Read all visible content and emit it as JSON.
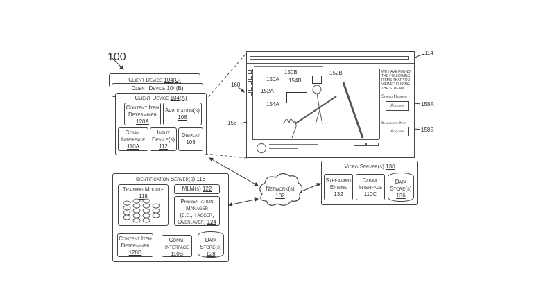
{
  "figure_ref": "100",
  "client_devices": {
    "c": {
      "title": "Client Device",
      "ref": "104(C)"
    },
    "b": {
      "title": "Client Device",
      "ref": "104(B)"
    },
    "a": {
      "title": "Client Device",
      "ref": "104(A)"
    },
    "components": [
      {
        "name": "Content Item Determiner",
        "ref": "120A"
      },
      {
        "name": "Application(s)",
        "ref": "106"
      },
      {
        "name": "Comm. Interface",
        "ref": "110A"
      },
      {
        "name": "Input Device(s)",
        "ref": "112"
      },
      {
        "name": "Display",
        "ref": "108"
      }
    ]
  },
  "screen": {
    "ref_window": "114",
    "ref_toolbar": "160",
    "ref_video": "156",
    "callouts": [
      "150A",
      "150B",
      "152A",
      "152B",
      "154A",
      "154B"
    ],
    "side_panel": {
      "message": "We have found the following items that you viewed during the stream",
      "items": [
        {
          "name": "Spiked Hammer",
          "button": "Acquire",
          "ref": "158A"
        },
        {
          "name": "Shamrock Hat",
          "button": "Acquire",
          "ref": "158B"
        }
      ]
    }
  },
  "identification_server": {
    "title": "Identification Server(s)",
    "ref": "116",
    "training_module": {
      "name": "Training Module",
      "ref": "118"
    },
    "mlm": {
      "name": "MLM(s)",
      "ref": "122"
    },
    "presentation_manager": {
      "name": "Presentation Manager",
      "sub": "(e.g., Tagger,",
      "sub2": "Overlayer)",
      "ref": "124"
    },
    "content_item_determiner": {
      "name": "Content Item Determiner",
      "ref": "120B"
    },
    "comm_interface": {
      "name": "Comm. Interface",
      "ref": "110B"
    },
    "data_store": {
      "name": "Data Store(s)",
      "ref": "128"
    }
  },
  "network": {
    "name": "Network(s)",
    "ref": "102"
  },
  "video_server": {
    "title": "Video Server(s)",
    "ref": "130",
    "streaming_engine": {
      "name": "Streaming Engine",
      "ref": "132"
    },
    "comm_interface": {
      "name": "Comm. Interface",
      "ref": "110C"
    },
    "data_store": {
      "name": "Data Store(s)",
      "ref": "136"
    }
  }
}
